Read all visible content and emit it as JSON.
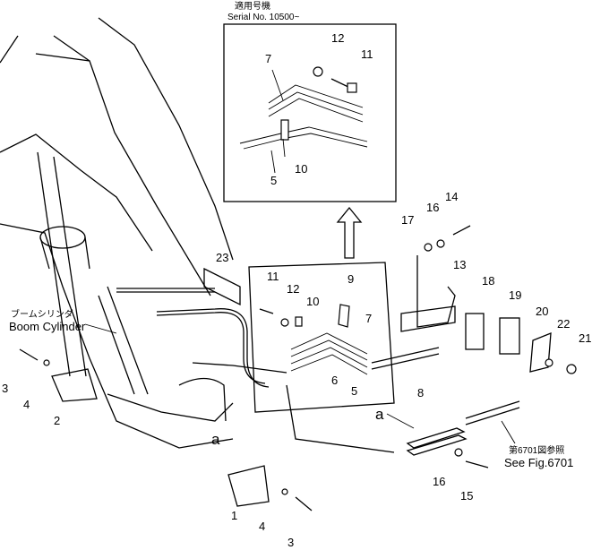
{
  "inset": {
    "serial_jp": "適用号機",
    "serial_en": "Serial No. 10500~",
    "labels": [
      "12",
      "11",
      "7",
      "10",
      "5"
    ]
  },
  "callouts": {
    "boom_cylinder_jp": "ブームシリンダ",
    "boom_cylinder_en": "Boom Cylinder",
    "see_fig_jp": "第6701図参照",
    "see_fig_en": "See Fig.6701",
    "ref_a1": "a",
    "ref_a2": "a"
  },
  "parts": [
    "23",
    "11",
    "12",
    "10",
    "9",
    "7",
    "6",
    "5",
    "17",
    "16",
    "14",
    "13",
    "18",
    "19",
    "20",
    "22",
    "21",
    "8",
    "16",
    "15",
    "3",
    "4",
    "2",
    "1",
    "4",
    "3"
  ]
}
